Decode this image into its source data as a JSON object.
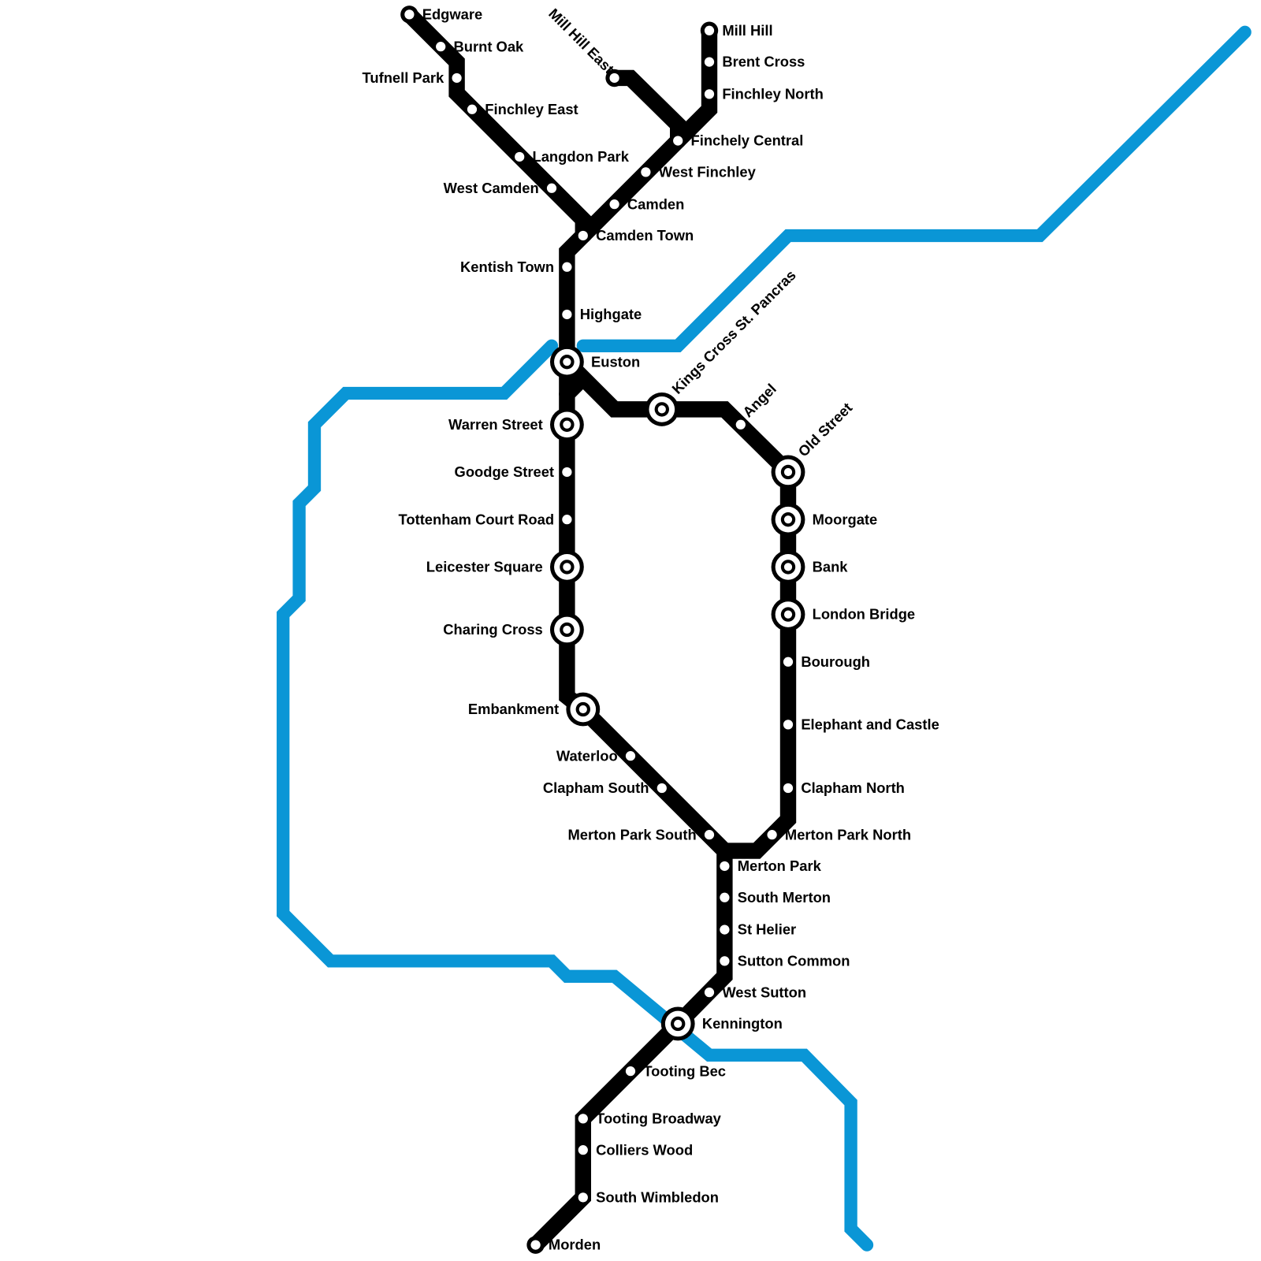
{
  "colors": {
    "northern": "#000000",
    "blue_line": "#0a96d6",
    "background": "#ffffff"
  },
  "stations": [
    {
      "name": "Edgware",
      "interchange": false,
      "terminus": true
    },
    {
      "name": "Burnt Oak",
      "interchange": false
    },
    {
      "name": "Tufnell Park",
      "interchange": false
    },
    {
      "name": "Finchley East",
      "interchange": false
    },
    {
      "name": "Langdon Park",
      "interchange": false
    },
    {
      "name": "West Camden",
      "interchange": false
    },
    {
      "name": "Mill Hill",
      "interchange": false,
      "terminus": true
    },
    {
      "name": "Brent Cross",
      "interchange": false
    },
    {
      "name": "Finchley North",
      "interchange": false
    },
    {
      "name": "Mill Hill East",
      "interchange": false,
      "terminus": true
    },
    {
      "name": "Finchely Central",
      "interchange": false
    },
    {
      "name": "West Finchley",
      "interchange": false
    },
    {
      "name": "Camden",
      "interchange": false
    },
    {
      "name": "Camden Town",
      "interchange": false
    },
    {
      "name": "Kentish Town",
      "interchange": false
    },
    {
      "name": "Highgate",
      "interchange": false
    },
    {
      "name": "Euston",
      "interchange": true
    },
    {
      "name": "Warren Street",
      "interchange": true
    },
    {
      "name": "Goodge Street",
      "interchange": false
    },
    {
      "name": "Tottenham Court Road",
      "interchange": false
    },
    {
      "name": "Leicester Square",
      "interchange": true
    },
    {
      "name": "Charing Cross",
      "interchange": true
    },
    {
      "name": "Embankment",
      "interchange": true
    },
    {
      "name": "Waterloo",
      "interchange": false
    },
    {
      "name": "Clapham South",
      "interchange": false
    },
    {
      "name": "Merton Park South",
      "interchange": false
    },
    {
      "name": "Kings Cross St. Pancras",
      "interchange": true
    },
    {
      "name": "Angel",
      "interchange": false
    },
    {
      "name": "Old Street",
      "interchange": true
    },
    {
      "name": "Moorgate",
      "interchange": true
    },
    {
      "name": "Bank",
      "interchange": true
    },
    {
      "name": "London Bridge",
      "interchange": true
    },
    {
      "name": "Bourough",
      "interchange": false
    },
    {
      "name": "Elephant and Castle",
      "interchange": false
    },
    {
      "name": "Clapham North",
      "interchange": false
    },
    {
      "name": "Merton Park North",
      "interchange": false
    },
    {
      "name": "Merton Park",
      "interchange": false
    },
    {
      "name": "South Merton",
      "interchange": false
    },
    {
      "name": "St Helier",
      "interchange": false
    },
    {
      "name": "Sutton Common",
      "interchange": false
    },
    {
      "name": "West Sutton",
      "interchange": false
    },
    {
      "name": "Kennington",
      "interchange": true
    },
    {
      "name": "Tooting Bec",
      "interchange": false
    },
    {
      "name": "Tooting Broadway",
      "interchange": false
    },
    {
      "name": "Colliers Wood",
      "interchange": false
    },
    {
      "name": "South Wimbledon",
      "interchange": false
    },
    {
      "name": "Morden",
      "interchange": false,
      "terminus": true
    }
  ]
}
